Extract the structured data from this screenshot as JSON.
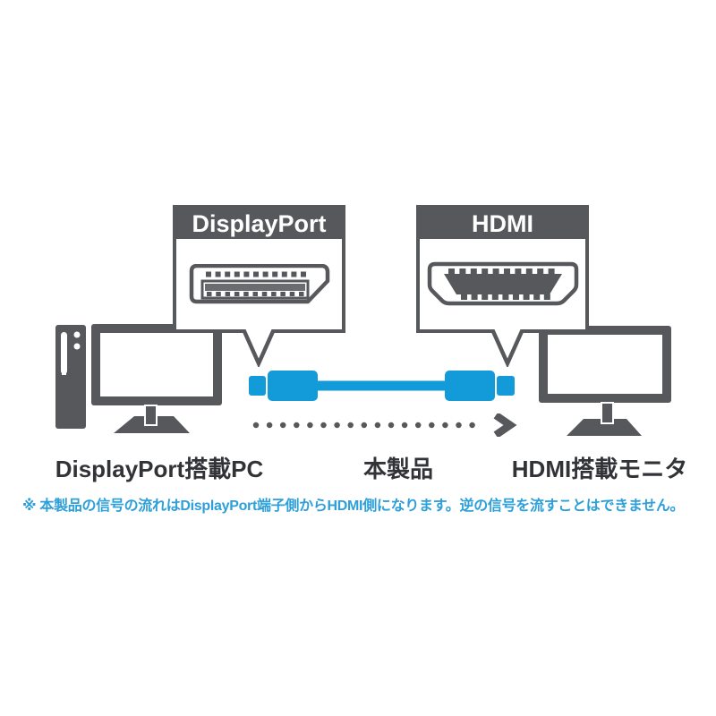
{
  "diagram": {
    "colors": {
      "dark_gray": "#57585b",
      "mid_gray": "#6b6c70",
      "cable_blue": "#129bd8",
      "note_blue": "#2d9fd9",
      "label_text": "#323336",
      "callout_text": "#ffffff"
    },
    "displayport_callout": {
      "title": "DisplayPort",
      "icon": "displayport-connector-icon"
    },
    "hdmi_callout": {
      "title": "HDMI",
      "icon": "hdmi-connector-icon"
    },
    "source": {
      "label": "DisplayPort搭載PC",
      "icon": "desktop-pc-with-monitor-icon"
    },
    "product": {
      "label": "本製品",
      "icon": "blue-cable-icon"
    },
    "destination": {
      "label": "HDMI搭載モニタ",
      "icon": "monitor-icon"
    },
    "flow_arrow": {
      "icon": "dotted-arrow-right-icon",
      "direction": "left-to-right"
    },
    "note": "※ 本製品の信号の流れはDisplayPort端子側からHDMI側になります。逆の信号を流すことはできません。"
  }
}
